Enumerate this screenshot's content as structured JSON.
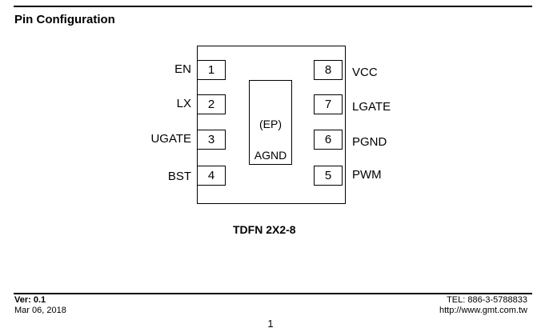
{
  "header": {
    "title": "Pin Configuration"
  },
  "diagram": {
    "left_pins": [
      {
        "number": "1",
        "name": "EN"
      },
      {
        "number": "2",
        "name": "LX"
      },
      {
        "number": "3",
        "name": "UGATE"
      },
      {
        "number": "4",
        "name": "BST"
      }
    ],
    "right_pins": [
      {
        "number": "8",
        "name": "VCC"
      },
      {
        "number": "7",
        "name": "LGATE"
      },
      {
        "number": "6",
        "name": "PGND"
      },
      {
        "number": "5",
        "name": "PWM"
      }
    ],
    "exposed_pad": {
      "line1": "(EP)",
      "line2": "AGND"
    },
    "package_name": "TDFN 2X2-8"
  },
  "footer": {
    "version": "Ver: 0.1",
    "date": "Mar 06, 2018",
    "tel": "TEL: 886-3-5788833",
    "url": "http://www.gmt.com.tw",
    "page_number": "1"
  }
}
